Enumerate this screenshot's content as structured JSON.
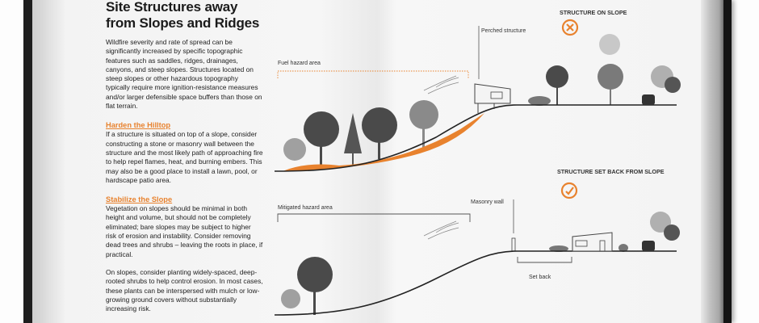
{
  "left": {
    "title_line1": "Site Structures away",
    "title_line2": "from Slopes and Ridges",
    "intro": "Wildfire severity and rate of spread can be significantly increased by specific topographic features such as saddles, ridges, drainages, canyons, and steep slopes. Structures located on steep slopes or other hazardous topography typically require more ignition-resistance measures and/or larger defensible space buffers than those on flat terrain.",
    "sections": [
      {
        "heading": "Harden the Hilltop",
        "text": "If a structure is situated on top of a slope, consider constructing a stone or masonry wall between the structure and the most likely path of approaching fire to help repel flames, heat, and burning embers. This may also be a good place to install a lawn, pool, or hardscape patio area."
      },
      {
        "heading": "Stabilize the Slope",
        "text": "Vegetation on slopes should be minimal in both height and volume, but should not be completely eliminated; bare slopes may be subject to higher risk of erosion and instability. Consider removing dead trees and shrubs – leaving the roots in place, if practical."
      }
    ],
    "closing": "On slopes, consider planting widely-spaced, deep-rooted shrubs to help control erosion. In most cases, these plants can be interspersed with mulch or low-growing ground covers without substantially increasing risk."
  },
  "diagram": {
    "top": {
      "caption": "STRUCTURE ON SLOPE",
      "status_icon": "x-circle-icon",
      "hazard_label": "Fuel hazard area",
      "structure_label": "Perched structure"
    },
    "bottom": {
      "caption": "STRUCTURE SET BACK FROM SLOPE",
      "status_icon": "check-circle-icon",
      "hazard_label": "Mitigated hazard area",
      "wall_label": "Masonry wall",
      "setback_label": "Set back"
    }
  },
  "colors": {
    "accent": "#e8822e",
    "dark_tree": "#4a4a4a",
    "light_tree": "#a8a8a8"
  }
}
